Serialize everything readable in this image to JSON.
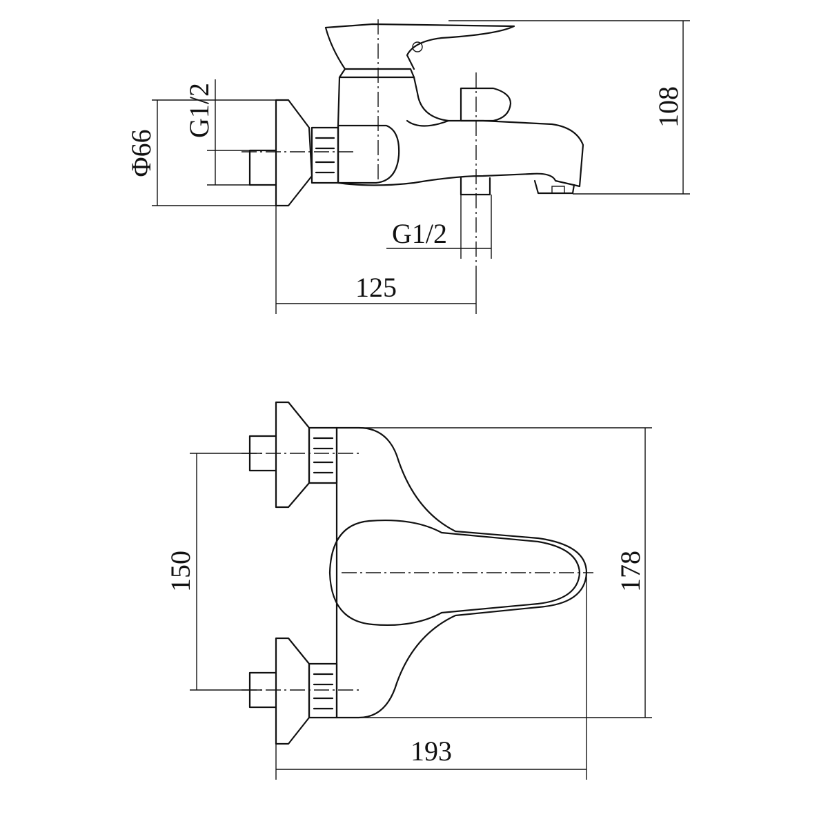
{
  "side_view": {
    "dim_width": "125",
    "dim_height": "108",
    "dim_flange_diameter": "Φ66",
    "dim_inlet_thread": "G1/2",
    "dim_outlet_thread": "G1/2"
  },
  "front_view": {
    "dim_inlet_spacing": "150",
    "dim_height": "178",
    "dim_width": "193"
  }
}
